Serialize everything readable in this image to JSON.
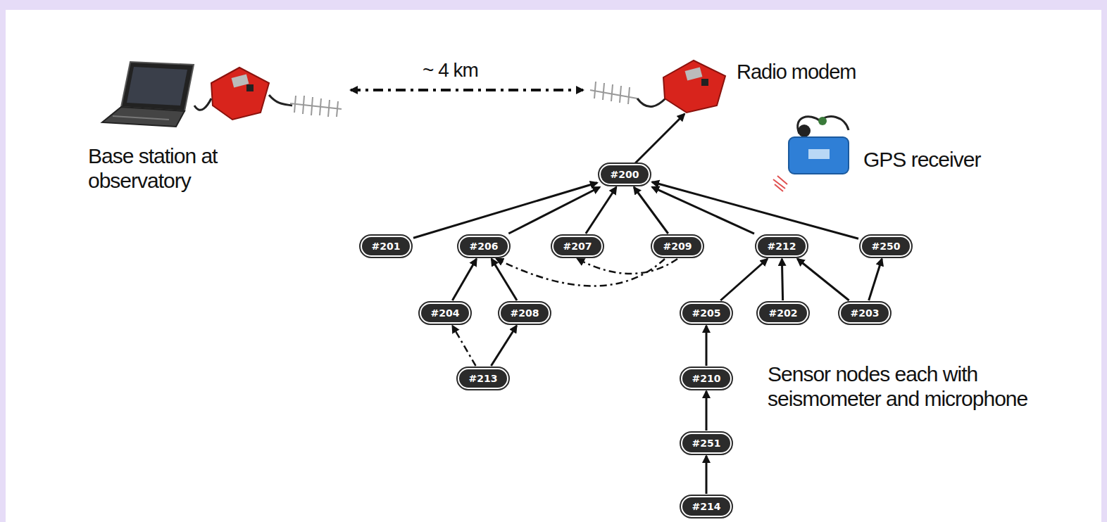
{
  "diagram": {
    "nodes": [
      {
        "text": [
          "#200"
        ]
      },
      {
        "text": [
          "#201"
        ]
      },
      {
        "text": [
          "#206"
        ]
      },
      {
        "text": [
          "#207"
        ]
      },
      {
        "text": [
          "#209"
        ]
      },
      {
        "text": [
          "#212"
        ]
      },
      {
        "text": [
          "#250"
        ]
      },
      {
        "text": [
          "#204"
        ]
      },
      {
        "text": [
          "#208"
        ]
      },
      {
        "text": [
          "#205"
        ]
      },
      {
        "text": [
          "#202"
        ]
      },
      {
        "text": [
          "#203"
        ]
      },
      {
        "text": [
          "#213"
        ]
      },
      {
        "text": [
          "#210"
        ]
      },
      {
        "text": [
          "#251"
        ]
      },
      {
        "text": [
          "#214"
        ]
      }
    ],
    "edges": [
      {
        "from": 1,
        "to": 0,
        "arrow": "to"
      },
      {
        "from": 2,
        "to": 0,
        "arrow": "to"
      },
      {
        "from": 3,
        "to": 0,
        "arrow": "to"
      },
      {
        "from": 4,
        "to": 0,
        "arrow": "to"
      },
      {
        "from": 5,
        "to": 0,
        "arrow": "to"
      },
      {
        "from": 6,
        "to": 0,
        "arrow": "to"
      },
      {
        "from": 7,
        "to": 2,
        "arrow": "to"
      },
      {
        "from": 8,
        "to": 2,
        "arrow": "to"
      },
      {
        "from": 12,
        "to": 7,
        "arrow": "to"
      },
      {
        "from": 12,
        "to": 8,
        "arrow": "to"
      },
      {
        "from": 4,
        "to": 2,
        "arrow": "to"
      },
      {
        "from": 4,
        "to": 3,
        "arrow": "to"
      },
      {
        "from": 9,
        "to": 5,
        "arrow": "to"
      },
      {
        "from": 10,
        "to": 5,
        "arrow": "to"
      },
      {
        "from": 11,
        "to": 5,
        "arrow": "to"
      },
      {
        "from": 11,
        "to": 6,
        "arrow": "to"
      },
      {
        "from": 13,
        "to": 9,
        "arrow": "to"
      },
      {
        "from": 14,
        "to": 13,
        "arrow": "to"
      },
      {
        "from": 15,
        "to": 14,
        "arrow": "to"
      }
    ],
    "labels": [
      "Base station at observatory",
      "~ 4 km",
      "Radio modem",
      "GPS receiver",
      "Sensor nodes each with seismometer and microphone"
    ]
  }
}
